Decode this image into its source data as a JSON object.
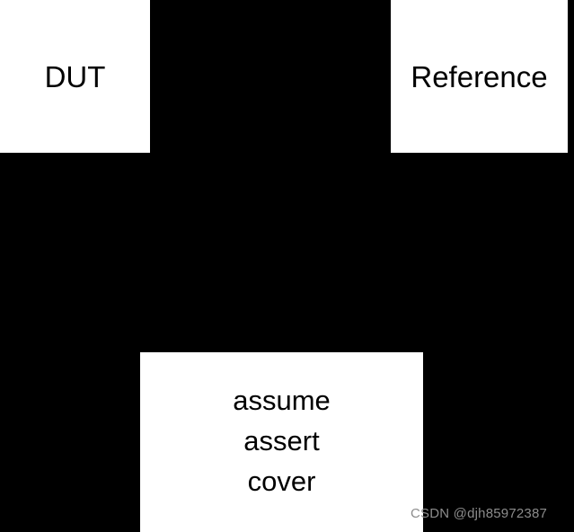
{
  "diagram": {
    "background_color": "#000000",
    "box_color": "#ffffff",
    "text_color": "#000000",
    "nodes": {
      "dut": {
        "label": "DUT"
      },
      "reference": {
        "label": "Reference"
      },
      "properties": {
        "lines": [
          "assume",
          "assert",
          "cover"
        ]
      }
    }
  },
  "watermark": {
    "text": "CSDN @djh85972387",
    "color": "#8c8c8c"
  }
}
